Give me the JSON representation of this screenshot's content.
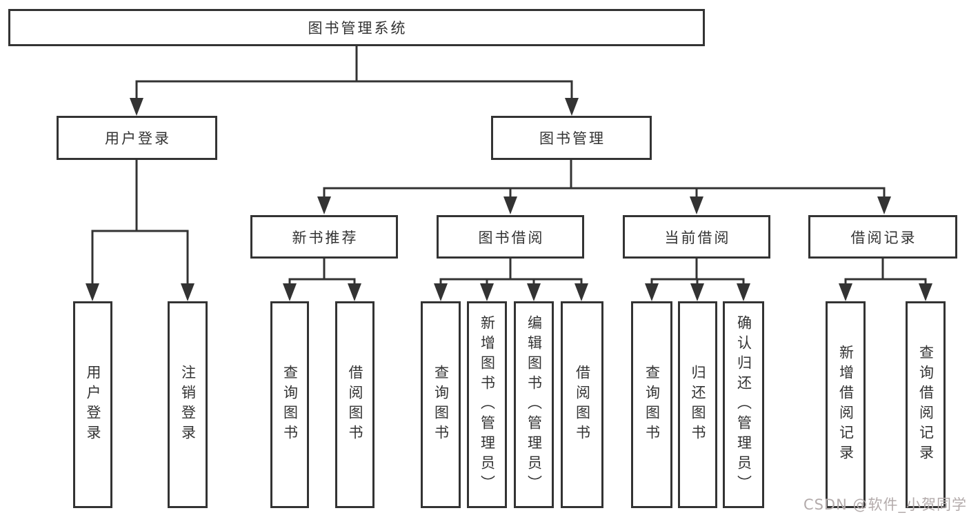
{
  "tree": {
    "label": "图书管理系统",
    "children": [
      {
        "label": "用户登录",
        "children": [
          {
            "label": "用户登录"
          },
          {
            "label": "注销登录"
          }
        ]
      },
      {
        "label": "图书管理",
        "children": [
          {
            "label": "新书推荐",
            "children": [
              {
                "label": "查询图书"
              },
              {
                "label": "借阅图书"
              }
            ]
          },
          {
            "label": "图书借阅",
            "children": [
              {
                "label": "查询图书"
              },
              {
                "label": "新增图书（管理员）"
              },
              {
                "label": "编辑图书（管理员）"
              },
              {
                "label": "借阅图书"
              }
            ]
          },
          {
            "label": "当前借阅",
            "children": [
              {
                "label": "查询图书"
              },
              {
                "label": "归还图书"
              },
              {
                "label": "确认归还（管理员）"
              }
            ]
          },
          {
            "label": "借阅记录",
            "children": [
              {
                "label": "新增借阅记录"
              },
              {
                "label": "查询借阅记录"
              }
            ]
          }
        ]
      }
    ]
  },
  "watermark": {
    "text": "CSDN @软件_小贺同学"
  },
  "colors": {
    "line": "#333333",
    "text": "#333333",
    "box_background": "#ffffff",
    "watermark": "#b3abab",
    "background": "#ffffff"
  }
}
